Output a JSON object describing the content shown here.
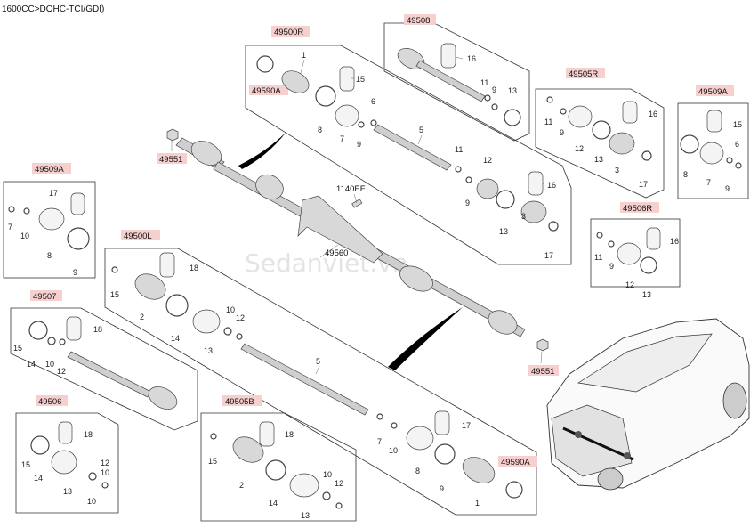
{
  "header": {
    "engine_label": "1600CC>DOHC-TCI/GDI)"
  },
  "watermark": "Sedanviet.vn",
  "codes": {
    "c49500R": "49500R",
    "c49508": "49508",
    "c49505R": "49505R",
    "c49509A_right": "49509A",
    "c49509A_left": "49509A",
    "c49590A_top": "49590A",
    "c49551_top": "49551",
    "c1140EF": "1140EF",
    "c49560": "49560",
    "c49506R": "49506R",
    "c49500L": "49500L",
    "c49507": "49507",
    "c49506": "49506",
    "c49505B": "49505B",
    "c49590A_bottom": "49590A",
    "c49551_bottom": "49551"
  },
  "parts": {
    "n1": "1",
    "n2": "2",
    "n3": "3",
    "n5": "5",
    "n6": "6",
    "n7": "7",
    "n8": "8",
    "n9": "9",
    "n10": "10",
    "n11": "11",
    "n12": "12",
    "n13": "13",
    "n14": "14",
    "n15": "15",
    "n16": "16",
    "n17": "17",
    "n18": "18"
  }
}
